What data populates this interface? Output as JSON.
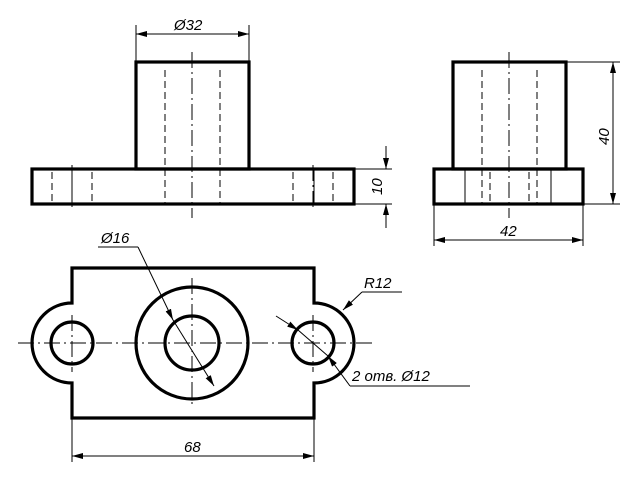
{
  "dimensions": {
    "top_diameter": "Ø32",
    "base_height": "10",
    "side_width": "42",
    "side_height": "40",
    "bore_diameter": "Ø16",
    "lug_radius": "R12",
    "holes_note": "2 отв. Ø12",
    "plan_length": "68"
  }
}
